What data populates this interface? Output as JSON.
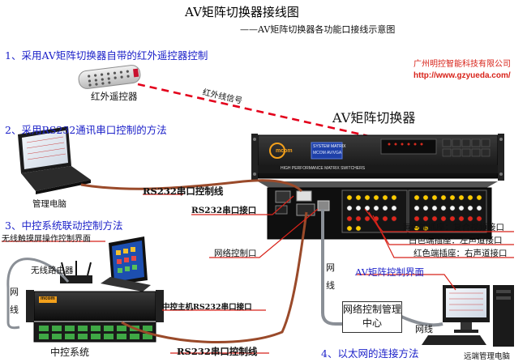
{
  "title": "AV矩阵切换器接线图",
  "subtitle": "——AV矩阵切换器各功能口接线示意图",
  "company": {
    "name": "广州明控智能科技有限公司",
    "url": "http://www.gzyueda.com/",
    "color": "#d8231a"
  },
  "methods": {
    "m1": "1、采用AV矩阵切换器自带的红外遥控器控制",
    "m2": "2、采用RS232通讯串口控制的方法",
    "m3": "3、中控系统联动控制方法",
    "m4": "4、以太网的连接方法"
  },
  "labels": {
    "remote": "红外遥控器",
    "ir_signal": "红外线信号",
    "matrix_title": "AV矩阵切换器",
    "pc": "管理电脑",
    "rs232_line_top": "RS232串口控制线",
    "rs232_port": "RS232串口接口",
    "net_port": "网络控制口",
    "yellow": "黄色端插座：复合视频接口",
    "white": "白色端插座：左声道接口",
    "red_socket": "红色端插座：右声道接口",
    "touch_ui": "无线触摸屏操作控制界面",
    "wireless_router": "无线路由器",
    "net_line_left": "网线",
    "ctrl_host_port": "中控主机RS232串口接口",
    "ctrl_system": "中控系统",
    "rs232_line_bottom": "RS232串口控制线",
    "net_line_mid": "网线",
    "net_center": "网络控制管理中心",
    "net_line_bottom": "网线",
    "ui_title": "AV矩阵控制界面",
    "remote_pc": "远端管理电脑"
  },
  "device": {
    "brand": "mcom",
    "panel_line1": "SYSTEM MATRIX",
    "panel_line2": "MCOM AV/VGA",
    "front_strip": "HIGH PERFORMANCE MATRIX SWITCHERS",
    "ctrl_brand": "mcom"
  },
  "colors": {
    "method_blue": "#1d22c9",
    "callout_red": "#d8231a",
    "cable_brown": "#9a4a2a",
    "net_gray": "#8a8f96"
  }
}
